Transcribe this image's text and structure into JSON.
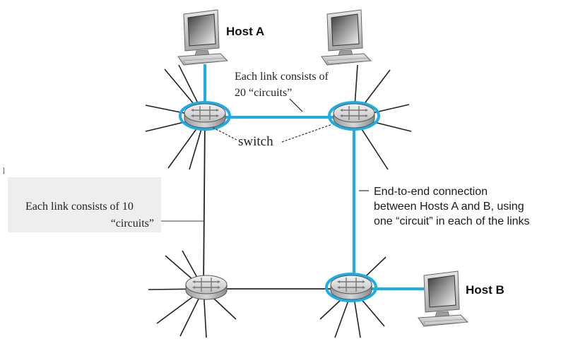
{
  "colors": {
    "circuit_path": "#1eaee6",
    "link": "#222222",
    "callout_bg": "#eeeeee"
  },
  "hosts": {
    "host_a": "Host A",
    "host_b": "Host B"
  },
  "labels": {
    "top_link_line1": "Each link consists of",
    "top_link_line2": "20 “circuits”",
    "switch": "switch",
    "left_link_line1": "Each link consists of 10",
    "left_link_line2": "“circuits”",
    "e2e_line1": "End-to-end connection",
    "e2e_line2": "between Hosts A and B, using",
    "e2e_line3": "one “circuit” in each of the links",
    "margin_mark": "]"
  },
  "icons": [
    "computer-icon",
    "switch-icon"
  ]
}
